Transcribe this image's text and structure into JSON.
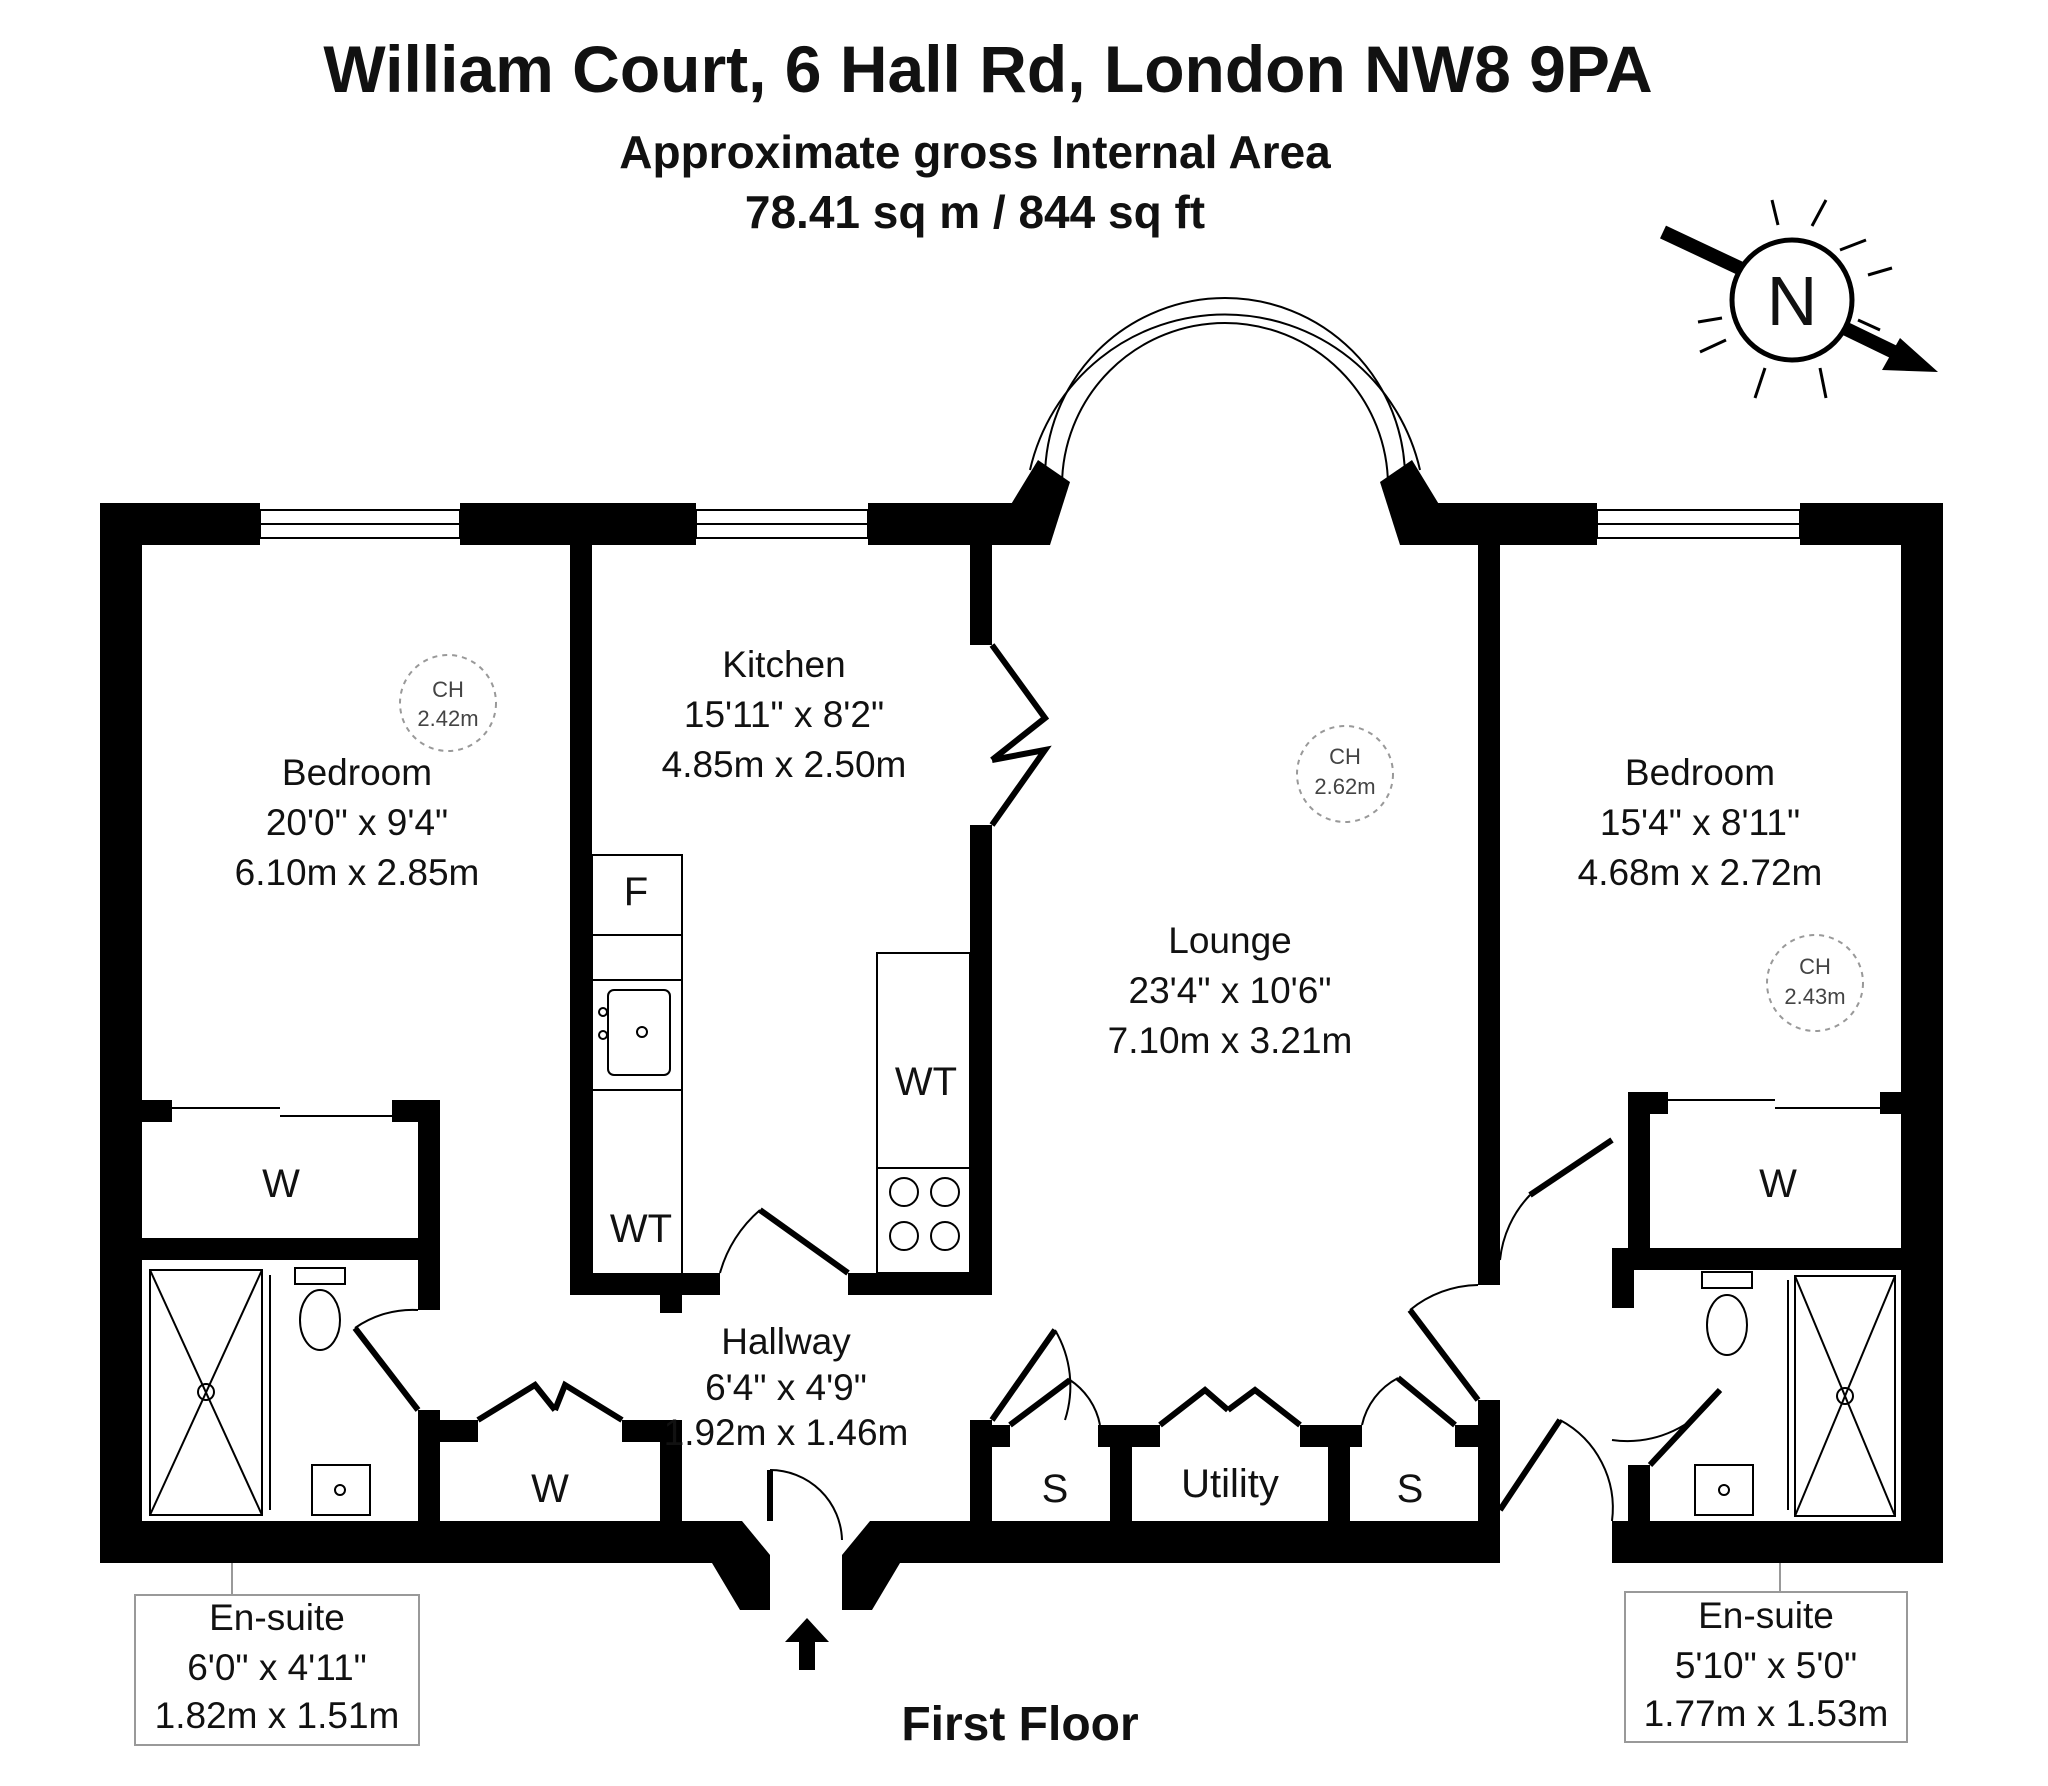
{
  "title": "William Court, 6 Hall Rd, London NW8 9PA",
  "area_label": "Approximate gross Internal Area",
  "area_value": "78.41 sq m / 844 sq ft",
  "floor_label": "First Floor",
  "compass": {
    "letter": "N"
  },
  "rooms": {
    "bedroom_left": {
      "name": "Bedroom",
      "imperial": "20'0\" x 9'4\"",
      "metric": "6.10m x 2.85m"
    },
    "kitchen": {
      "name": "Kitchen",
      "imperial": "15'11\" x 8'2\"",
      "metric": "4.85m x 2.50m"
    },
    "lounge": {
      "name": "Lounge",
      "imperial": "23'4\" x 10'6\"",
      "metric": "7.10m x 3.21m"
    },
    "bedroom_right": {
      "name": "Bedroom",
      "imperial": "15'4\" x 8'11\"",
      "metric": "4.68m x 2.72m"
    },
    "hallway": {
      "name": "Hallway",
      "imperial": "6'4\" x 4'9\"",
      "metric": "1.92m x 1.46m"
    },
    "ensuite_left": {
      "name": "En-suite",
      "imperial": "6'0\" x 4'11\"",
      "metric": "1.82m x 1.51m"
    },
    "ensuite_right": {
      "name": "En-suite",
      "imperial": "5'10\" x 5'0\"",
      "metric": "1.77m x 1.53m"
    }
  },
  "ceiling_heights": {
    "label": "CH",
    "bedroom_left": "2.42m",
    "lounge": "2.62m",
    "bedroom_right": "2.43m"
  },
  "fixtures": {
    "fridge": "F",
    "worktop": "WT",
    "wardrobe": "W",
    "storage": "S",
    "utility": "Utility"
  }
}
